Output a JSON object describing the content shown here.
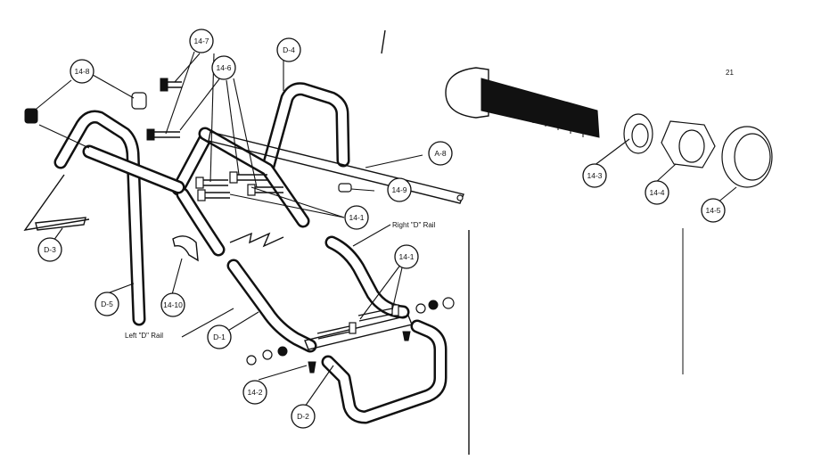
{
  "callouts": {
    "c14_8": "14-8",
    "c14_7": "14-7",
    "c14_6": "14-6",
    "cD_4": "D-4",
    "cA_8": "A-8",
    "c14_9": "14-9",
    "c14_1a": "14-1",
    "c14_1b": "14-1",
    "cD_3": "D-3",
    "cD_5": "D-5",
    "c14_10": "14-10",
    "cD_1": "D-1",
    "c14_2": "14-2",
    "cD_2": "D-2",
    "c14_3": "14-3",
    "c14_4": "14-4",
    "c14_5": "14-5"
  },
  "labels": {
    "right_d_rail": "Right \"D\" Rail",
    "left_d_rail": "Left \"D\" Rail",
    "page_mark": "21"
  }
}
